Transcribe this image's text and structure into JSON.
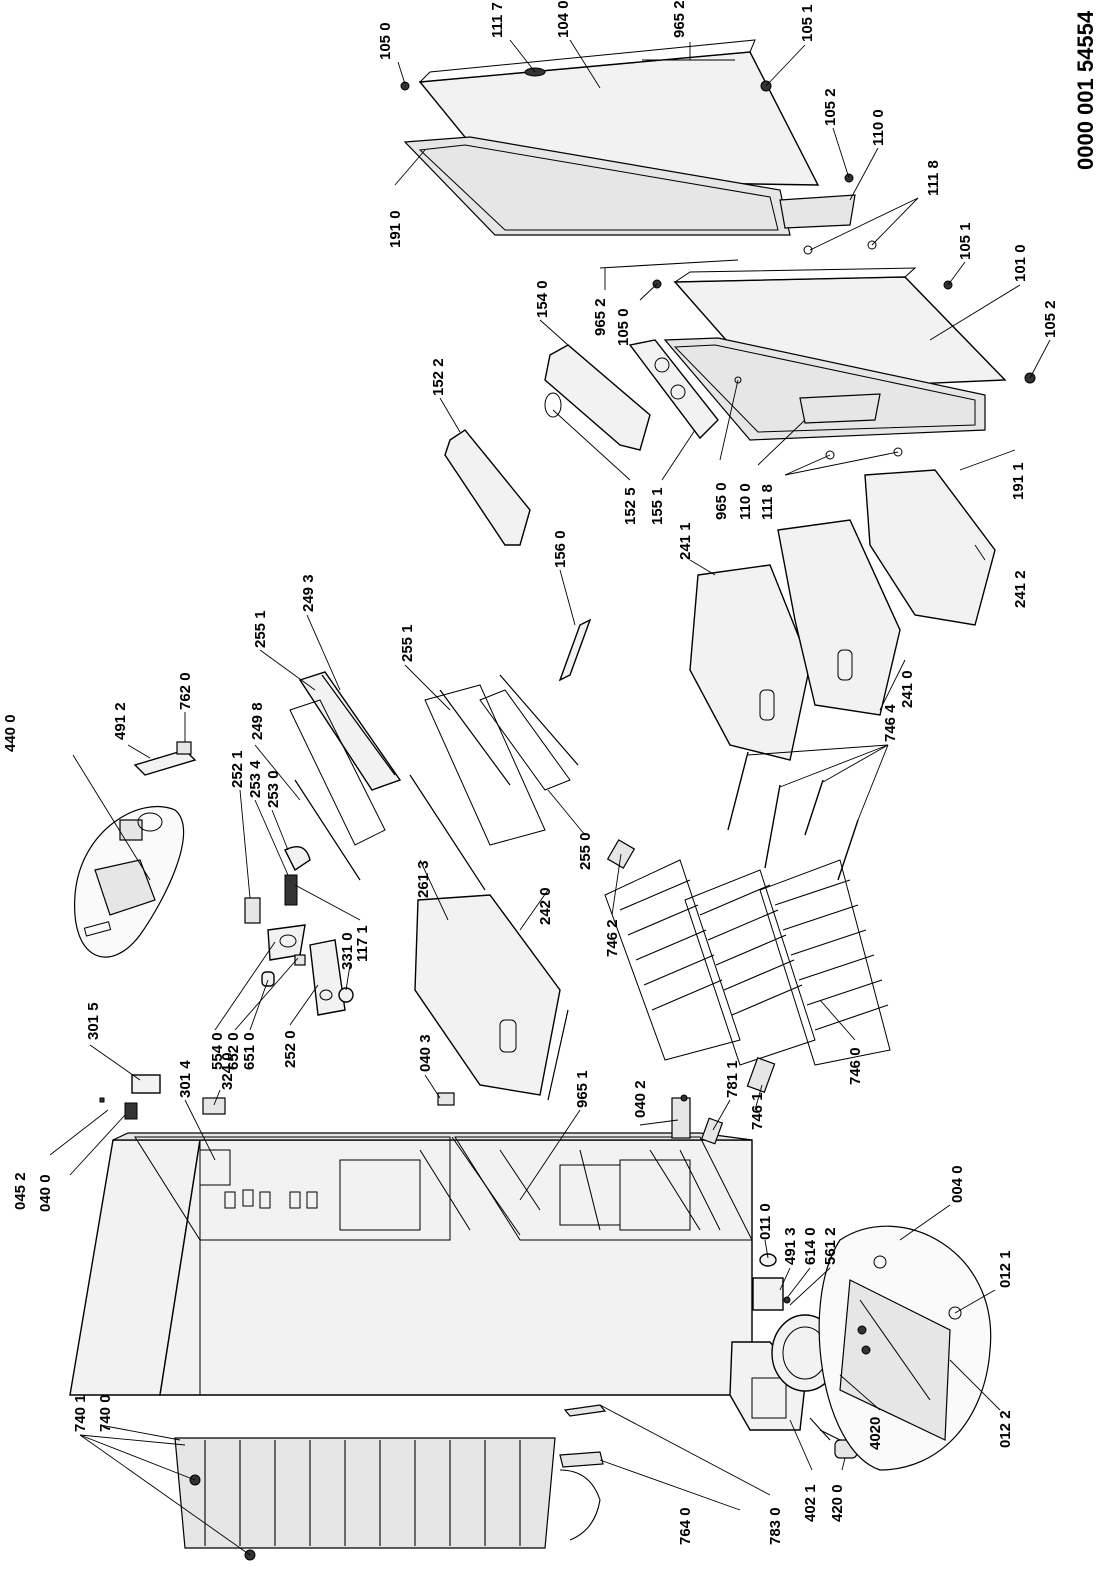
{
  "document_number": "0000 001 54554",
  "labels": [
    {
      "id": "p1050a",
      "text": "105 0"
    },
    {
      "id": "p1117",
      "text": "111 7"
    },
    {
      "id": "p1040",
      "text": "104 0"
    },
    {
      "id": "p9652a",
      "text": "965 2"
    },
    {
      "id": "p1051a",
      "text": "105 1"
    },
    {
      "id": "p1052a",
      "text": "105 2"
    },
    {
      "id": "p1100a",
      "text": "110 0"
    },
    {
      "id": "p1118a",
      "text": "111 8"
    },
    {
      "id": "p1910",
      "text": "191 0"
    },
    {
      "id": "p1051b",
      "text": "105 1"
    },
    {
      "id": "p1010",
      "text": "101 0"
    },
    {
      "id": "p1052b",
      "text": "105 2"
    },
    {
      "id": "p9652b",
      "text": "965 2"
    },
    {
      "id": "p1050b",
      "text": "105 0"
    },
    {
      "id": "p1540",
      "text": "154 0"
    },
    {
      "id": "p1522",
      "text": "152 2"
    },
    {
      "id": "p9650",
      "text": "965 0"
    },
    {
      "id": "p1100b",
      "text": "110 0"
    },
    {
      "id": "p1118b",
      "text": "111 8"
    },
    {
      "id": "p1525",
      "text": "152 5"
    },
    {
      "id": "p1551",
      "text": "155 1"
    },
    {
      "id": "p1911",
      "text": "191 1"
    },
    {
      "id": "p1560",
      "text": "156 0"
    },
    {
      "id": "p2411",
      "text": "241 1"
    },
    {
      "id": "p2412",
      "text": "241 2"
    },
    {
      "id": "p2410",
      "text": "241 0"
    },
    {
      "id": "p7464",
      "text": "746 4"
    },
    {
      "id": "p4400",
      "text": "440 0"
    },
    {
      "id": "p4912",
      "text": "491 2"
    },
    {
      "id": "p7620",
      "text": "762 0"
    },
    {
      "id": "p2551a",
      "text": "255 1"
    },
    {
      "id": "p2493",
      "text": "249 3"
    },
    {
      "id": "p2551b",
      "text": "255 1"
    },
    {
      "id": "p2498",
      "text": "249 8"
    },
    {
      "id": "p2521",
      "text": "252 1"
    },
    {
      "id": "p2534",
      "text": "253 4"
    },
    {
      "id": "p2530",
      "text": "253 0"
    },
    {
      "id": "p2550",
      "text": "255 0"
    },
    {
      "id": "p2613",
      "text": "261 3"
    },
    {
      "id": "p2420",
      "text": "242 0"
    },
    {
      "id": "p7462",
      "text": "746 2"
    },
    {
      "id": "p1171",
      "text": "117 1"
    },
    {
      "id": "p3310",
      "text": "331 0"
    },
    {
      "id": "p5540",
      "text": "554 0"
    },
    {
      "id": "p6520",
      "text": "652 0"
    },
    {
      "id": "p6510",
      "text": "651 0"
    },
    {
      "id": "p2520",
      "text": "252 0"
    },
    {
      "id": "p3240",
      "text": "324 0"
    },
    {
      "id": "p3015",
      "text": "301 5"
    },
    {
      "id": "p3014",
      "text": "301 4"
    },
    {
      "id": "p0403",
      "text": "040 3"
    },
    {
      "id": "p9651",
      "text": "965 1"
    },
    {
      "id": "p0402",
      "text": "040 2"
    },
    {
      "id": "p7811",
      "text": "781 1"
    },
    {
      "id": "p7461",
      "text": "746 1"
    },
    {
      "id": "p7460",
      "text": "746 0"
    },
    {
      "id": "p0452",
      "text": "045 2"
    },
    {
      "id": "p0400",
      "text": "040 0"
    },
    {
      "id": "p0110",
      "text": "011 0"
    },
    {
      "id": "p4913",
      "text": "491 3"
    },
    {
      "id": "p6140",
      "text": "614 0"
    },
    {
      "id": "p5612",
      "text": "561 2"
    },
    {
      "id": "p0040",
      "text": "004 0"
    },
    {
      "id": "p0121",
      "text": "012 1"
    },
    {
      "id": "p0122",
      "text": "012 2"
    },
    {
      "id": "p4020",
      "text": "4020"
    },
    {
      "id": "p4021",
      "text": "402 1"
    },
    {
      "id": "p4200",
      "text": "420 0"
    },
    {
      "id": "p7401",
      "text": "740 1"
    },
    {
      "id": "p7400",
      "text": "740 0"
    },
    {
      "id": "p7640",
      "text": "764 0"
    },
    {
      "id": "p7830",
      "text": "783 0"
    }
  ]
}
